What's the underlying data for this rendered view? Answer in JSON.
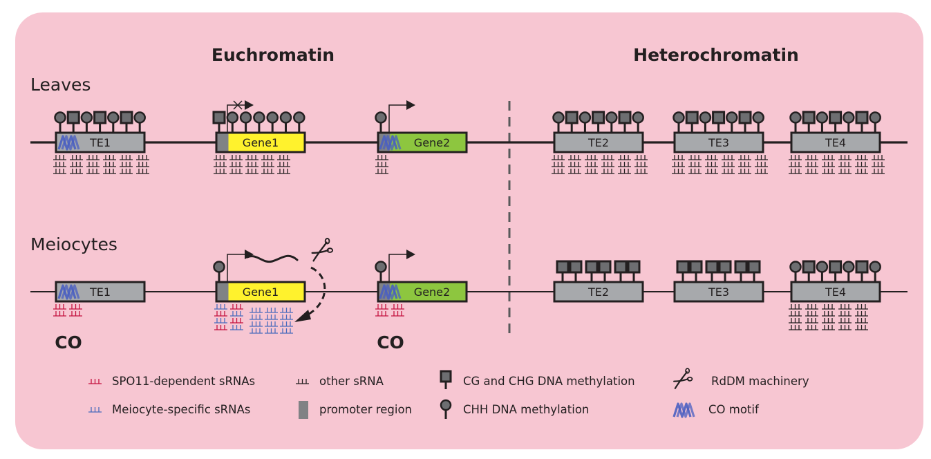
{
  "colors": {
    "background": "#f7c6d2",
    "dna_line": "#231f20",
    "te_box": "#a7a9ac",
    "gene1_box": "#fff22d",
    "gene2_box": "#8dc63f",
    "promoter": "#808285",
    "methylation_fill": "#6d6e71",
    "spo11_srna": "#c4123f",
    "meiocyte_srna": "#4a6bbd",
    "other_srna": "#231f20",
    "co_motif": "#4a5fc1",
    "divider": "#58595b"
  },
  "headers": {
    "euchromatin": "Euchromatin",
    "heterochromatin": "Heterochromatin"
  },
  "rows": [
    {
      "label": "Leaves",
      "elements": [
        {
          "id": "TE1",
          "label": "TE1",
          "type": "te",
          "co_motif": true,
          "methylation": [
            "chh",
            "cg",
            "chh",
            "cg",
            "chh",
            "cg",
            "chh"
          ],
          "srna": {
            "type": "other",
            "cols": 6,
            "rows": 3
          }
        },
        {
          "id": "Gene1",
          "label": "Gene1",
          "type": "gene1",
          "promoter": true,
          "transcription": "blocked",
          "methylation": [
            "cg",
            "chh",
            "chh",
            "chh",
            "chh",
            "chh",
            "chh"
          ],
          "srna": {
            "type": "other",
            "cols": 5,
            "rows": 3
          }
        },
        {
          "id": "Gene2",
          "label": "Gene2",
          "type": "gene2",
          "promoter": true,
          "co_motif": true,
          "transcription": "active",
          "methylation": [
            "chh"
          ],
          "srna": {
            "type": "other",
            "cols": 1,
            "rows": 3
          }
        },
        {
          "id": "TE2",
          "label": "TE2",
          "type": "te",
          "methylation": [
            "chh",
            "cg",
            "chh",
            "cg",
            "chh",
            "cg",
            "chh"
          ],
          "srna": {
            "type": "other",
            "cols": 6,
            "rows": 3
          }
        },
        {
          "id": "TE3",
          "label": "TE3",
          "type": "te",
          "methylation": [
            "chh",
            "cg",
            "chh",
            "cg",
            "chh",
            "cg",
            "chh"
          ],
          "srna": {
            "type": "other",
            "cols": 6,
            "rows": 3
          }
        },
        {
          "id": "TE4",
          "label": "TE4",
          "type": "te",
          "methylation": [
            "chh",
            "cg",
            "chh",
            "cg",
            "chh",
            "cg",
            "chh"
          ],
          "srna": {
            "type": "other",
            "cols": 6,
            "rows": 3
          }
        }
      ]
    },
    {
      "label": "Meiocytes",
      "elements": [
        {
          "id": "TE1",
          "label": "TE1",
          "type": "te",
          "co_motif": true,
          "methylation": [],
          "srna": {
            "type": "spo11",
            "cols": 2,
            "rows": 2
          },
          "co_label": "CO"
        },
        {
          "id": "Gene1",
          "label": "Gene1",
          "type": "gene1",
          "promoter": true,
          "transcription": "active",
          "rddm_loop": true,
          "methylation": [
            "chh"
          ],
          "srna_mixed": true
        },
        {
          "id": "Gene2",
          "label": "Gene2",
          "type": "gene2",
          "promoter": true,
          "co_motif": true,
          "transcription": "active",
          "methylation": [
            "chh"
          ],
          "srna": {
            "type": "spo11",
            "cols": 2,
            "rows": 2
          },
          "co_label": "CO"
        },
        {
          "id": "TE2",
          "label": "TE2",
          "type": "te",
          "methylation": [
            "cg",
            "cg",
            "cg",
            "cg",
            "cg",
            "cg"
          ]
        },
        {
          "id": "TE3",
          "label": "TE3",
          "type": "te",
          "methylation": [
            "cg",
            "cg",
            "cg",
            "cg",
            "cg",
            "cg"
          ]
        },
        {
          "id": "TE4",
          "label": "TE4",
          "type": "te",
          "methylation": [
            "chh",
            "cg",
            "chh",
            "cg",
            "chh",
            "cg",
            "chh"
          ],
          "srna": {
            "type": "other",
            "cols": 5,
            "rows": 4
          }
        }
      ]
    }
  ],
  "legend": [
    {
      "icon": "spo11-srna-icon",
      "label": "SPO11-dependent sRNAs"
    },
    {
      "icon": "other-srna-icon",
      "label": "other sRNA"
    },
    {
      "icon": "cg-chg-methylation-icon",
      "label": "CG and CHG DNA methylation"
    },
    {
      "icon": "rddm-scissors-icon",
      "label": "RdDM machinery"
    },
    {
      "icon": "meiocyte-srna-icon",
      "label": "Meiocyte-specific sRNAs"
    },
    {
      "icon": "promoter-region-icon",
      "label": "promoter region"
    },
    {
      "icon": "chh-methylation-icon",
      "label": "CHH DNA methylation"
    },
    {
      "icon": "co-motif-icon",
      "label": "CO motif"
    }
  ]
}
